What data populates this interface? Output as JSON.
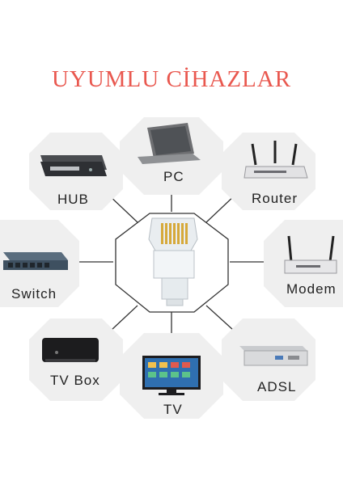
{
  "title": "UYUMLU CİHAZLAR",
  "colors": {
    "title": "#e9584f",
    "tile": "#efefef",
    "connector_line": "#333333"
  },
  "devices": [
    {
      "label": "HUB",
      "icon": "hub-icon"
    },
    {
      "label": "PC",
      "icon": "laptop-icon"
    },
    {
      "label": "Router",
      "icon": "router-icon"
    },
    {
      "label": "Switch",
      "icon": "switch-icon"
    },
    {
      "label": "Modem",
      "icon": "modem-icon"
    },
    {
      "label": "TV Box",
      "icon": "tv-box-icon"
    },
    {
      "label": "TV",
      "icon": "tv-icon"
    },
    {
      "label": "ADSL",
      "icon": "adsl-icon"
    }
  ],
  "center": {
    "icon": "rj45-connector-icon"
  }
}
